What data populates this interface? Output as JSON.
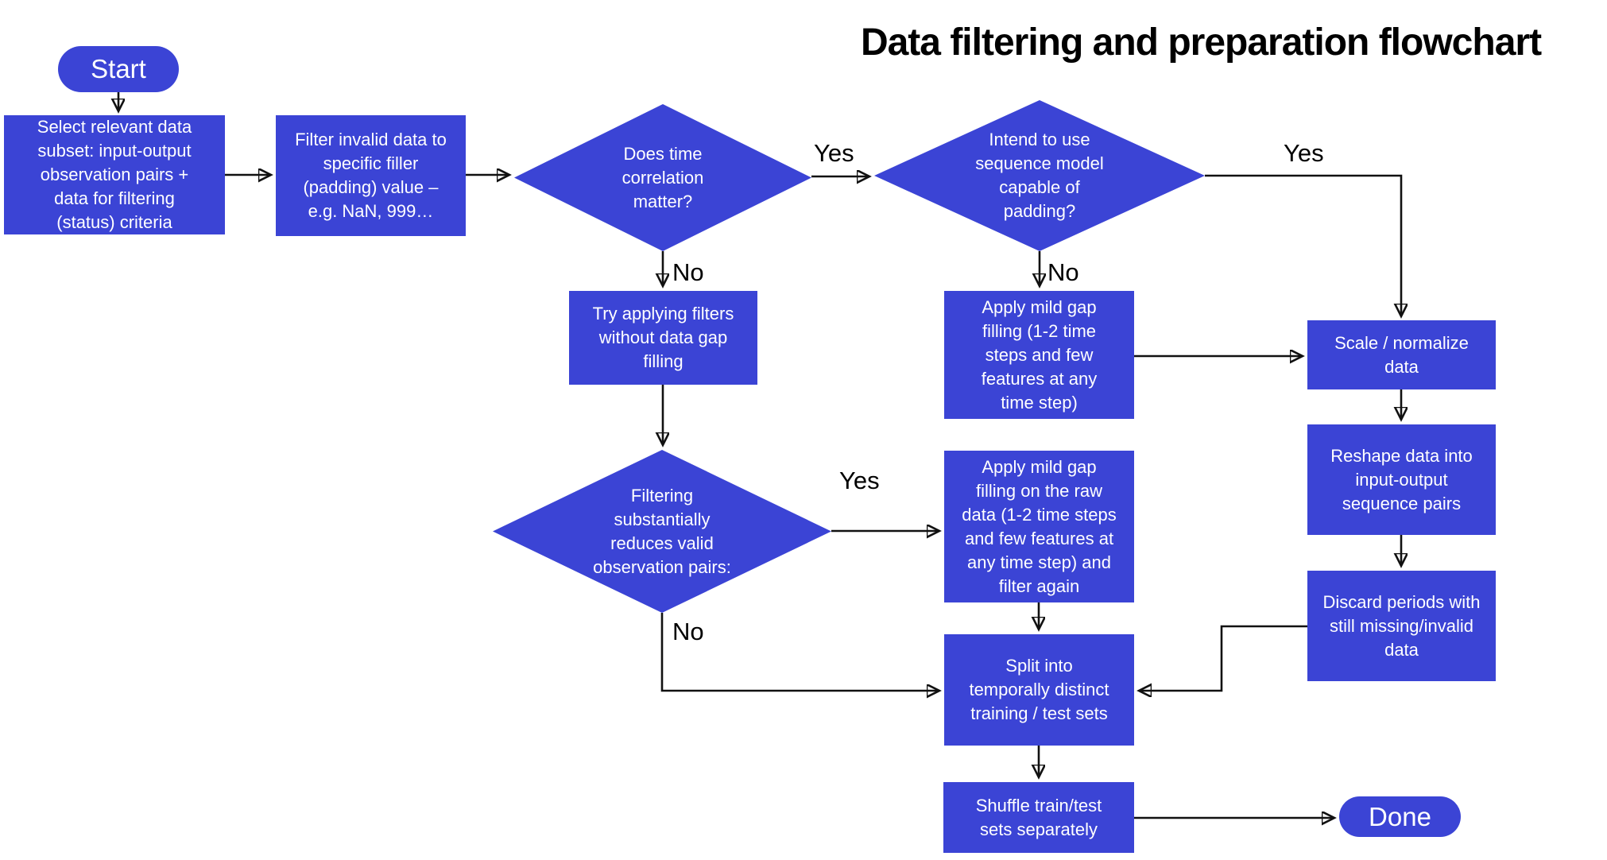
{
  "title": "Data filtering and preparation flowchart",
  "colors": {
    "node_fill": "#3B44D5",
    "node_text": "#ffffff",
    "connector": "#111111",
    "title_text": "#000000",
    "background": "#ffffff"
  },
  "nodes": {
    "start": {
      "label": "Start",
      "type": "terminal"
    },
    "select_subset": {
      "label": "Select relevant data\nsubset: input-output\nobservation pairs +\ndata for filtering\n(status) criteria",
      "type": "process"
    },
    "filter_invalid": {
      "label": "Filter invalid data to\nspecific filler\n(padding) value –\ne.g. NaN, 999…",
      "type": "process"
    },
    "time_correlation": {
      "label": "Does time\ncorrelation\nmatter?",
      "type": "decision"
    },
    "sequence_model": {
      "label": "Intend to use\nsequence model\ncapable of\npadding?",
      "type": "decision"
    },
    "try_filters": {
      "label": "Try applying filters\nwithout data gap\nfilling",
      "type": "process"
    },
    "filtering_reduces": {
      "label": "Filtering\nsubstantially\nreduces valid\nobservation pairs:",
      "type": "decision"
    },
    "apply_mild_gap": {
      "label": "Apply mild gap\nfilling (1-2 time\nsteps and few\nfeatures at any\ntime step)",
      "type": "process"
    },
    "apply_mild_gap_raw": {
      "label": "Apply mild gap\nfilling on the raw\ndata (1-2 time steps\nand few features at\nany time step) and\nfilter again",
      "type": "process"
    },
    "scale_normalize": {
      "label": "Scale / normalize\ndata",
      "type": "process"
    },
    "reshape_pairs": {
      "label": "Reshape data into\ninput-output\nsequence pairs",
      "type": "process"
    },
    "discard_periods": {
      "label": "Discard periods with\nstill missing/invalid\ndata",
      "type": "process"
    },
    "split_sets": {
      "label": "Split into\ntemporally distinct\ntraining / test sets",
      "type": "process"
    },
    "shuffle_sets": {
      "label": "Shuffle train/test\nsets separately",
      "type": "process"
    },
    "done": {
      "label": "Done",
      "type": "terminal"
    }
  },
  "edge_labels": {
    "time_corr_yes": "Yes",
    "time_corr_no": "No",
    "seq_model_yes": "Yes",
    "seq_model_no": "No",
    "filtering_yes": "Yes",
    "filtering_no": "No"
  }
}
